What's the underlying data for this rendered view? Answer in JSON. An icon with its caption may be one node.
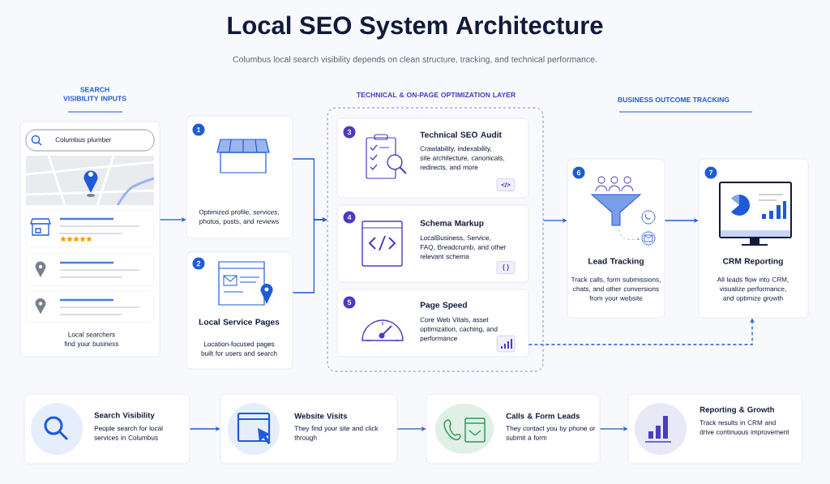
{
  "diagram": {
    "title": "Local SEO System Architecture",
    "nodes": [
      {
        "text": [
          "SEARCH VISIBILITY INPUTS",
          "Local searchers find your business"
        ]
      },
      {
        "text": [
          "Columbus plumber"
        ],
        "in": 0
      },
      {
        "text": [
          "1",
          "Optimized profile, services, photos, posts, and reviews"
        ]
      },
      {
        "text": [
          "2",
          "Local Service Pages",
          "Location-focused pages built for users and search"
        ]
      },
      {
        "text": [
          "TECHNICAL & ON-PAGE OPTIMIZATION LAYER"
        ]
      },
      {
        "text": [
          "3",
          "Technical SEO Audit",
          "Crawlability, indexability, site architecture, canonicals, redirects, and more"
        ],
        "in": 4
      },
      {
        "text": [
          "4",
          "Schema Markup",
          "LocalBusiness, Service, FAQ, Breadcrumb, and other relevant schema"
        ],
        "in": 4
      },
      {
        "text": [
          "5",
          "Page Speed",
          "Core Web Vitals, asset optimization, caching, and performance"
        ],
        "in": 4
      },
      {
        "text": [
          "6",
          "Lead Tracking",
          "Track calls, form submissions, chats, and other conversions from your website"
        ]
      },
      {
        "text": [
          "7",
          "CRM Reporting",
          "All leads flow into CRM, visualize performance, and optimize growth"
        ]
      },
      {
        "text": [
          "Search Visibility",
          "People search for local services in Columbus"
        ]
      },
      {
        "text": [
          "Website Visits",
          "They find your site and click through"
        ]
      },
      {
        "text": [
          "Calls & Form Leads",
          "They contact you by phone or submit a form"
        ]
      },
      {
        "text": [
          "Reporting & Growth",
          "Track results in CRM and drive continuous improvement"
        ]
      }
    ],
    "edges": [
      {
        "from": 0,
        "to": 2,
        "arrow": "to"
      },
      {
        "from": 2,
        "to": 4,
        "arrow": "to"
      },
      {
        "from": 3,
        "to": 4,
        "arrow": "to"
      },
      {
        "from": 4,
        "to": 8,
        "arrow": "to"
      },
      {
        "from": 8,
        "to": 9,
        "arrow": "to"
      },
      {
        "from": 7,
        "to": 9,
        "arrow": "to",
        "style": "dashed"
      },
      {
        "from": 10,
        "to": 11,
        "arrow": "to"
      },
      {
        "from": 11,
        "to": 12,
        "arrow": "to"
      },
      {
        "from": 12,
        "to": 13,
        "arrow": "to"
      }
    ],
    "labels": [
      "Columbus local search visibility depends on clean structure, tracking, and technical performance.",
      "BUSINESS OUTCOME TRACKING",
      "</>",
      "{ }"
    ]
  }
}
